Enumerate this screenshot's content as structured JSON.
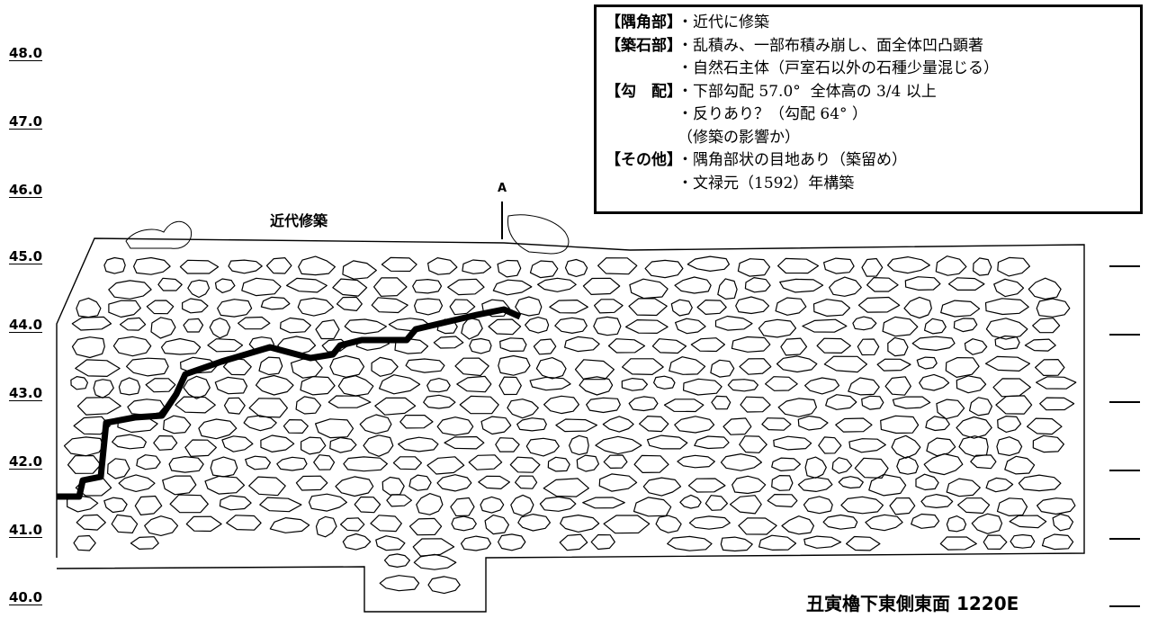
{
  "elevations": [
    "48.0",
    "47.0",
    "46.0",
    "45.0",
    "44.0",
    "43.0",
    "42.0",
    "41.0",
    "40.0"
  ],
  "notes": [
    {
      "head": "【隅角部】",
      "lines": [
        "・近代に修築"
      ]
    },
    {
      "head": "【築石部】",
      "lines": [
        "・乱積み、一部布積み崩し、面全体凹凸顕著",
        "・自然石主体（戸室石以外の石種少量混じる）"
      ]
    },
    {
      "head": "【勾　配】",
      "lines": [
        "・下部勾配 57.0°  全体高の 3/4 以上",
        "・反りあり？（勾配 64° ）",
        "（修築の影響か）"
      ]
    },
    {
      "head": "【その他】",
      "lines": [
        "・隅角部状の目地あり（築留め）",
        "・文禄元（1592）年構築"
      ]
    }
  ],
  "labels": {
    "modern_repair": "近代修築",
    "section_marker": "A"
  },
  "caption": "丑寅櫓下東側東面 1220E"
}
